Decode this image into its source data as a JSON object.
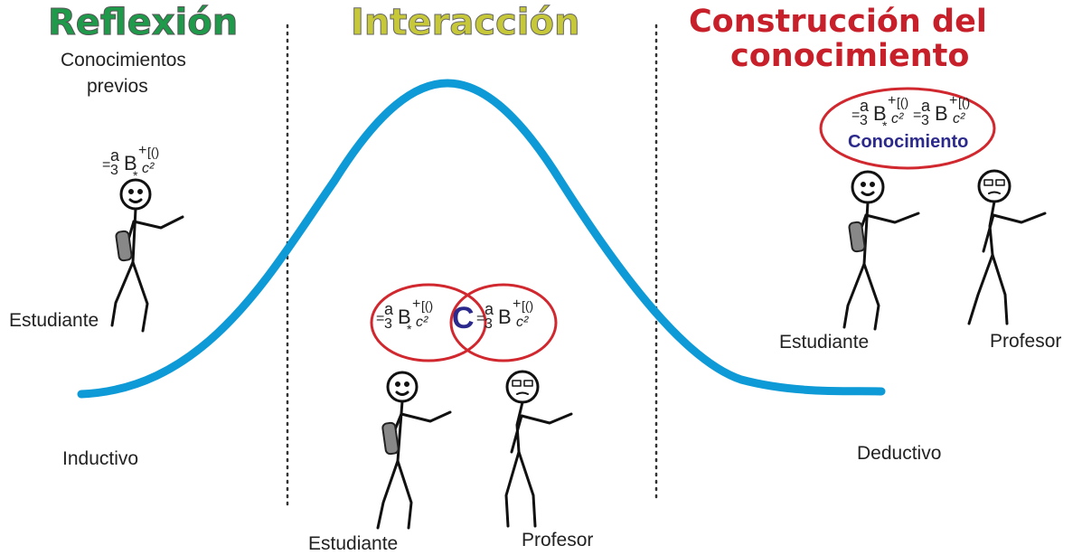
{
  "titles": {
    "reflexion": "Reflexión",
    "interaccion": "Interacción",
    "construccion_line1": "Construcción del",
    "construccion_line2": "conocimiento"
  },
  "labels": {
    "conocimientos_line1": "Conocimientos",
    "conocimientos_line2": "previos",
    "estudiante": "Estudiante",
    "profesor": "Profesor",
    "inductivo": "Inductivo",
    "deductivo": "Deductivo",
    "conocimiento": "Conocimiento",
    "center_c": "C"
  },
  "formula": {
    "eq": "=",
    "a": "a",
    "three": "3",
    "b": "B",
    "plus": "+",
    "brackets": "[()",
    "star": "*",
    "c2": "c²"
  },
  "colors": {
    "curve": "#0d9ad6",
    "reflexion": "#1f9a4b",
    "interaccion": "#c6c83a",
    "construccion": "#c8202a",
    "circle": "#d0282e",
    "conocimiento": "#2b2a8c"
  }
}
